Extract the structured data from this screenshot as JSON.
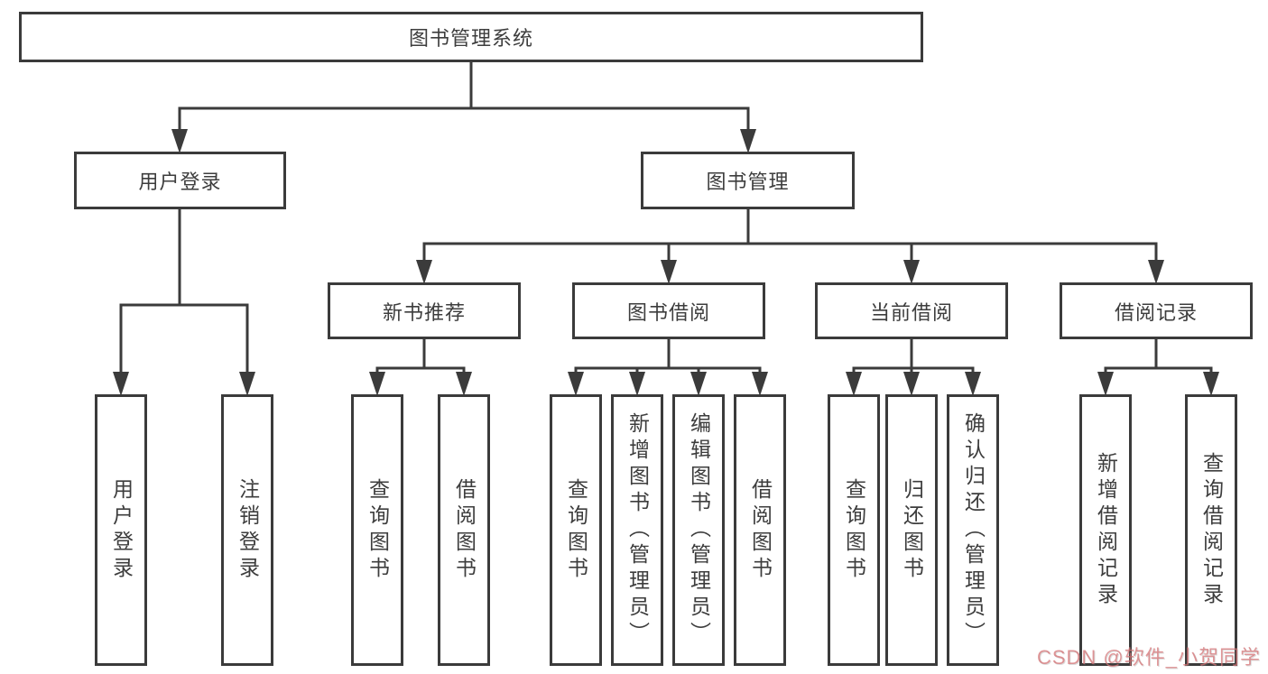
{
  "diagram_title": "图书管理系统",
  "nodes": {
    "root": "图书管理系统",
    "user_login": "用户登录",
    "book_mgmt": "图书管理",
    "new_book": "新书推荐",
    "book_borrow": "图书借阅",
    "current_borrow": "当前借阅",
    "borrow_record": "借阅记录",
    "ul_login": "用户登录",
    "ul_logout": "注销登录",
    "nb_query": "查询图书",
    "nb_borrow": "借阅图书",
    "bb_query": "查询图书",
    "bb_add": "新增图书（管理员）",
    "bb_edit": "编辑图书（管理员）",
    "bb_borrow": "借阅图书",
    "cb_query": "查询图书",
    "cb_return": "归还图书",
    "cb_confirm": "确认归还（管理员）",
    "br_add": "新增借阅记录",
    "br_query": "查询借阅记录"
  },
  "tree": {
    "label": "图书管理系统",
    "children": [
      {
        "label": "用户登录",
        "children": [
          {
            "label": "用户登录"
          },
          {
            "label": "注销登录"
          }
        ]
      },
      {
        "label": "图书管理",
        "children": [
          {
            "label": "新书推荐",
            "children": [
              {
                "label": "查询图书"
              },
              {
                "label": "借阅图书"
              }
            ]
          },
          {
            "label": "图书借阅",
            "children": [
              {
                "label": "查询图书"
              },
              {
                "label": "新增图书（管理员）"
              },
              {
                "label": "编辑图书（管理员）"
              },
              {
                "label": "借阅图书"
              }
            ]
          },
          {
            "label": "当前借阅",
            "children": [
              {
                "label": "查询图书"
              },
              {
                "label": "归还图书"
              },
              {
                "label": "确认归还（管理员）"
              }
            ]
          },
          {
            "label": "借阅记录",
            "children": [
              {
                "label": "新增借阅记录"
              },
              {
                "label": "查询借阅记录"
              }
            ]
          }
        ]
      }
    ]
  },
  "watermark": {
    "text": "CSDN @软件_小贺同学",
    "color": "#d57376"
  },
  "colors": {
    "background": "#ffffff",
    "line": "#3b3b3b",
    "box_border": "#3b3b3b",
    "text": "#3d3d3d"
  }
}
